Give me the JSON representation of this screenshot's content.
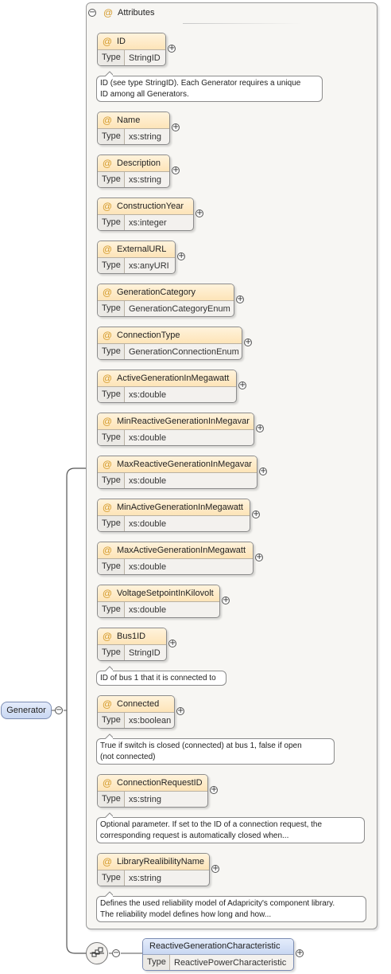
{
  "root": {
    "name": "Generator"
  },
  "attributes_group": {
    "title": "Attributes"
  },
  "type_label": "Type",
  "attributes": [
    {
      "name": "ID",
      "type": "StringID",
      "doc": [
        "ID (see type StringID). Each Generator requires a unique",
        "ID among all Generators."
      ]
    },
    {
      "name": "Name",
      "type": "xs:string"
    },
    {
      "name": "Description",
      "type": "xs:string"
    },
    {
      "name": "ConstructionYear",
      "type": "xs:integer"
    },
    {
      "name": "ExternalURL",
      "type": "xs:anyURI"
    },
    {
      "name": "GenerationCategory",
      "type": "GenerationCategoryEnum"
    },
    {
      "name": "ConnectionType",
      "type": "GenerationConnectionEnum"
    },
    {
      "name": "ActiveGenerationInMegawatt",
      "type": "xs:double"
    },
    {
      "name": "MinReactiveGenerationInMegavar",
      "type": "xs:double"
    },
    {
      "name": "MaxReactiveGenerationInMegavar",
      "type": "xs:double"
    },
    {
      "name": "MinActiveGenerationInMegawatt",
      "type": "xs:double"
    },
    {
      "name": "MaxActiveGenerationInMegawatt",
      "type": "xs:double"
    },
    {
      "name": "VoltageSetpointInKilovolt",
      "type": "xs:double"
    },
    {
      "name": "Bus1ID",
      "type": "StringID",
      "doc": [
        "ID of bus 1 that it is connected to"
      ]
    },
    {
      "name": "Connected",
      "type": "xs:boolean",
      "doc": [
        "True if switch is closed (connected) at bus 1, false if open",
        "(not connected)"
      ]
    },
    {
      "name": "ConnectionRequestID",
      "type": "xs:string",
      "doc": [
        "Optional parameter. If set to the ID of a connection request, the",
        "corresponding request is automatically closed when..."
      ]
    },
    {
      "name": "LibraryRealibilityName",
      "type": "xs:string",
      "doc": [
        "Defines the used reliability model of Adapricity's component library.",
        "The reliability model defines how long and how..."
      ]
    }
  ],
  "child_element": {
    "name": "ReactiveGenerationCharacteristic",
    "type": "ReactivePowerCharacteristic"
  },
  "icons": {
    "collapse": "minus-circle-icon",
    "expand": "plus-circle-icon",
    "attribute": "at-sign-icon",
    "sequence": "sequence-compositor-icon"
  }
}
